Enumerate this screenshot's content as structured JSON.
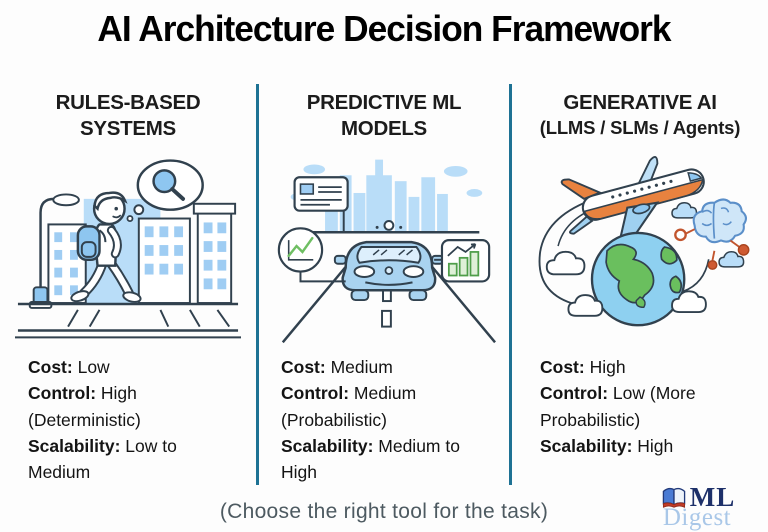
{
  "title": "AI Architecture Decision Framework",
  "columns": [
    {
      "heading_line1": "RULES-BASED",
      "heading_line2": "SYSTEMS",
      "illustration": "person-walking-in-city",
      "specs": [
        {
          "label": "Cost:",
          "value": " Low"
        },
        {
          "label": "Control:",
          "value": " High (Deterministic)"
        },
        {
          "label": "Scalability:",
          "value": " Low to Medium"
        }
      ]
    },
    {
      "heading_line1": "PREDICTIVE ML",
      "heading_line2": "MODELS",
      "illustration": "autonomous-car-with-charts",
      "specs": [
        {
          "label": "Cost:",
          "value": " Medium"
        },
        {
          "label": "Control:",
          "value": " Medium (Probabilistic)"
        },
        {
          "label": "Scalability:",
          "value": " Medium to High"
        }
      ]
    },
    {
      "heading_line1": "GENERATIVE AI",
      "heading_line2": "(LLMS / SLMs / Agents)",
      "illustration": "airplane-globe-brain",
      "specs": [
        {
          "label": "Cost:",
          "value": " High"
        },
        {
          "label": "Control:",
          "value": " Low (More Probabilistic)"
        },
        {
          "label": "Scalability:",
          "value": " High"
        }
      ]
    }
  ],
  "footer": {
    "caption": "(Choose the right tool for the task)"
  },
  "logo": {
    "line1": "ML",
    "line2": "Digest"
  },
  "colors": {
    "divider_teal": "#1e7294",
    "illustration_blue": "#a9d3f0",
    "illustration_light_blue": "#b9ddf8",
    "accent_orange": "#e8823f",
    "accent_green": "#6abf5e",
    "logo_navy": "#1d3069",
    "logo_light_blue": "#a9c7e8"
  }
}
